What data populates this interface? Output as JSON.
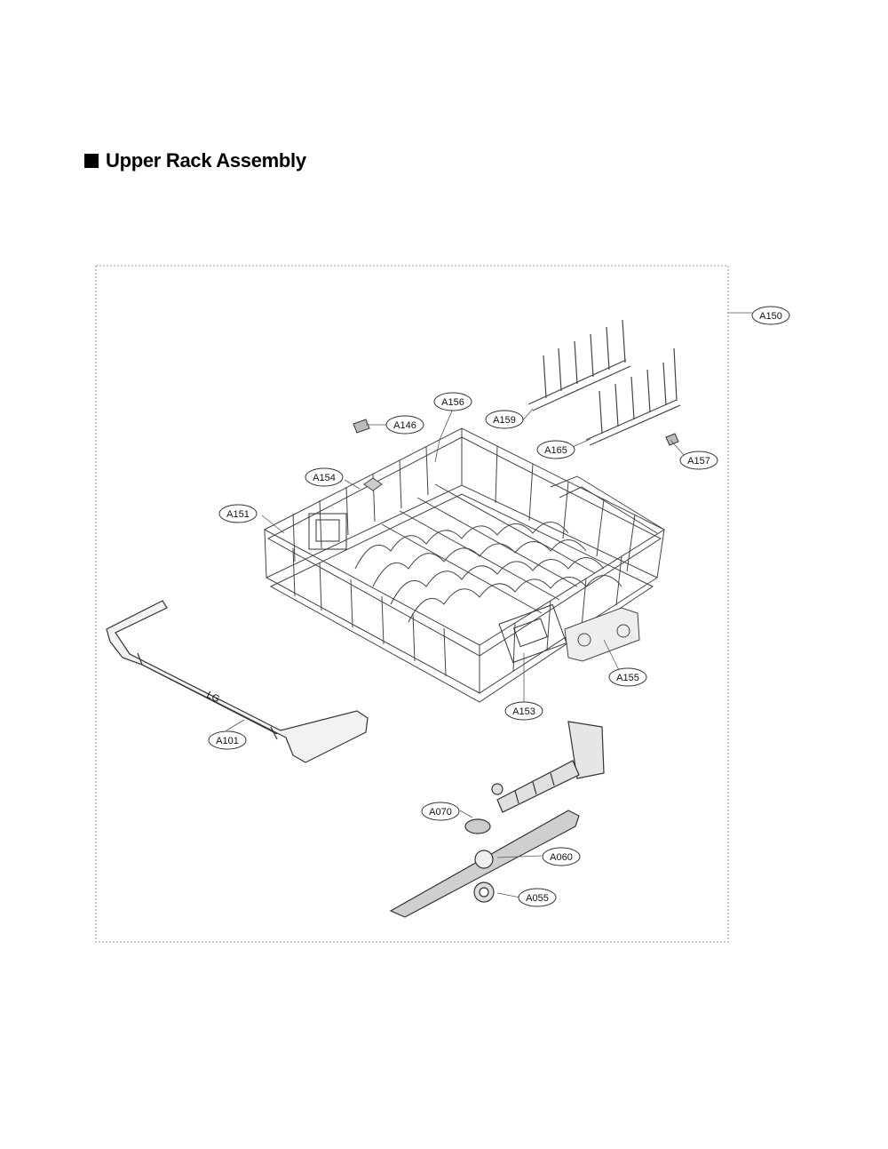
{
  "page": {
    "title": "Upper Rack Assembly"
  },
  "callouts": [
    {
      "id": "a150",
      "label": "A150"
    },
    {
      "id": "a146",
      "label": "A146"
    },
    {
      "id": "a156",
      "label": "A156"
    },
    {
      "id": "a159",
      "label": "A159"
    },
    {
      "id": "a165",
      "label": "A165"
    },
    {
      "id": "a157",
      "label": "A157"
    },
    {
      "id": "a154",
      "label": "A154"
    },
    {
      "id": "a151",
      "label": "A151"
    },
    {
      "id": "a155",
      "label": "A155"
    },
    {
      "id": "a153",
      "label": "A153"
    },
    {
      "id": "a101",
      "label": "A101"
    },
    {
      "id": "a070",
      "label": "A070"
    },
    {
      "id": "a060",
      "label": "A060"
    },
    {
      "id": "a055",
      "label": "A055"
    }
  ],
  "colors": {
    "line": "#333333",
    "frame": "#999999",
    "text": "#111111"
  }
}
